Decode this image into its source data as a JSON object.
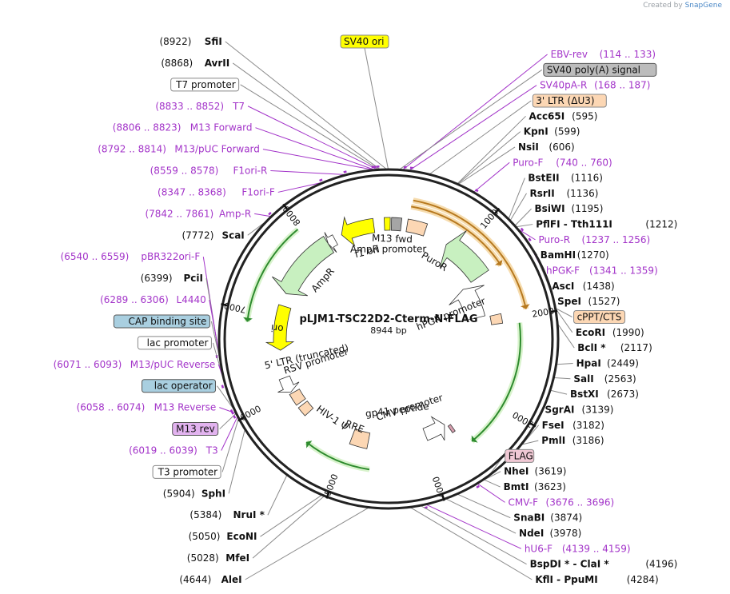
{
  "credit": {
    "prefix": "Created by",
    "brand": "SnapGene"
  },
  "plasmid": {
    "name": "pLJM1-TSC22D2-Cterm-N-FLAG",
    "length": "8944 bp",
    "length_bp": 8944
  },
  "ticks": [
    {
      "label": "1000",
      "pos": 1000
    },
    {
      "label": "2000",
      "pos": 2000
    },
    {
      "label": "3000",
      "pos": 3000
    },
    {
      "label": "4000",
      "pos": 4000
    },
    {
      "label": "5000",
      "pos": 5000
    },
    {
      "label": "6000",
      "pos": 6000
    },
    {
      "label": "7000",
      "pos": 7000
    },
    {
      "label": "8000",
      "pos": 8000
    }
  ],
  "features": [
    {
      "name": "SV40 ori",
      "start": 8892,
      "end": 20,
      "color": "#ffff00",
      "dir": 0
    },
    {
      "name": "SV40 poly(A) signal",
      "start": 35,
      "end": 156,
      "color": "#a5a5a5",
      "dir": 0
    },
    {
      "name": "3' LTR (ΔU3)",
      "start": 230,
      "end": 464,
      "color": "#fcd7b4",
      "dir": 0
    },
    {
      "name": "PuroR",
      "start": 780,
      "end": 1379,
      "color": "#c8f0c0",
      "dir": -1
    },
    {
      "name": "hPGK promoter",
      "start": 1400,
      "end": 1900,
      "color": "#ffffff",
      "dir": -1
    },
    {
      "name": "cPPT/CTS",
      "start": 1920,
      "end": 2040,
      "color": "#fcd7b4",
      "dir": 0
    },
    {
      "name": "gp41 peptide",
      "start": 3580,
      "end": 3620,
      "color": "#d8a0b0",
      "dir": 0
    },
    {
      "name": "CMV promoter",
      "start": 3650,
      "end": 3950,
      "color": "#ffffff",
      "dir": -1
    },
    {
      "name": "RRE",
      "start": 4750,
      "end": 4980,
      "color": "#fcd7b4",
      "dir": 0
    },
    {
      "name": "HIV-1 Ψ",
      "start": 5650,
      "end": 5780,
      "color": "#fcd7b4",
      "dir": 0
    },
    {
      "name": "5' LTR (truncated)",
      "start": 5820,
      "end": 5980,
      "color": "#fcd7b4",
      "dir": 0
    },
    {
      "name": "RSV promoter",
      "start": 6000,
      "end": 6200,
      "color": "#ffffff",
      "dir": -1
    },
    {
      "name": "ori",
      "start": 6560,
      "end": 7140,
      "color": "#ffff00",
      "dir": -1
    },
    {
      "name": "AmpR",
      "start": 7300,
      "end": 8140,
      "color": "#c8f0c0",
      "dir": -1
    },
    {
      "name": "AmpR promoter",
      "start": 8140,
      "end": 8240,
      "color": "#ffffff",
      "dir": -1
    },
    {
      "name": "f1 ori",
      "start": 8340,
      "end": 8760,
      "color": "#ffff00",
      "dir": -1
    }
  ],
  "orfs": [
    {
      "start": 240,
      "end": 1410
    },
    {
      "start": 250,
      "end": 1930
    },
    {
      "start": 2060,
      "end": 3500
    },
    {
      "start": 4680,
      "end": 5430
    },
    {
      "start": 6880,
      "end": 7960
    }
  ],
  "left_labels": [
    {
      "pos": "(8922)",
      "enz": "SfiI",
      "loc": 8922
    },
    {
      "pos": "(8868)",
      "enz": "AvrII",
      "loc": 8868
    },
    {
      "box": "T7 promoter",
      "style": "outline",
      "loc": 8856
    },
    {
      "primer": "T7",
      "range": "(8833 .. 8852)",
      "loc": 8843
    },
    {
      "primer": "M13 Forward",
      "range": "(8806 .. 8823)",
      "loc": 8815
    },
    {
      "primer": "M13/pUC Forward",
      "range": "(8792 .. 8814)",
      "loc": 8803
    },
    {
      "primer": "F1ori-R",
      "range": "(8559 .. 8578)",
      "loc": 8569
    },
    {
      "primer": "F1ori-F",
      "range": "(8347 .. 8368)",
      "loc": 8358
    },
    {
      "primer": "Amp-R",
      "range": "(7842 .. 7861)",
      "loc": 7852
    },
    {
      "pos": "(7772)",
      "enz": "ScaI",
      "loc": 7772
    },
    {
      "primer": "pBR322ori-F",
      "range": "(6540 .. 6559)",
      "loc": 6550
    },
    {
      "pos": "(6399)",
      "enz": "PciI",
      "loc": 6399
    },
    {
      "primer": "L4440",
      "range": "(6289 .. 6306)",
      "loc": 6298
    },
    {
      "box": "CAP binding site",
      "style": "teal",
      "loc": 6240
    },
    {
      "box": "lac promoter",
      "style": "outline",
      "loc": 6200
    },
    {
      "primer": "M13/pUC Reverse",
      "range": "(6071 .. 6093)",
      "loc": 6082
    },
    {
      "box": "lac operator",
      "style": "teal",
      "loc": 6110
    },
    {
      "primer": "M13 Reverse",
      "range": "(6058 .. 6074)",
      "loc": 6066
    },
    {
      "box": "M13 rev",
      "style": "violet",
      "loc": 6060
    },
    {
      "primer": "T3",
      "range": "(6019 .. 6039)",
      "loc": 6029
    },
    {
      "box": "T3 promoter",
      "style": "outline",
      "loc": 6010
    },
    {
      "pos": "(5904)",
      "enz": "SphI",
      "loc": 5904
    },
    {
      "pos": "(5384)",
      "enz": "NruI *",
      "loc": 5384
    },
    {
      "pos": "(5050)",
      "enz": "EcoNI",
      "loc": 5050
    },
    {
      "pos": "(5028)",
      "enz": "MfeI",
      "loc": 5028
    },
    {
      "pos": "(4644)",
      "enz": "AleI",
      "loc": 4644
    }
  ],
  "right_labels": [
    {
      "primer": "EBV-rev",
      "range": "(114 .. 133)",
      "loc": 124
    },
    {
      "box": "SV40 poly(A) signal",
      "style": "gray",
      "loc": 95
    },
    {
      "primer": "SV40pA-R",
      "range": "(168 .. 187)",
      "loc": 178
    },
    {
      "box": "3' LTR (ΔU3)",
      "style": "peach",
      "loc": 350
    },
    {
      "enz": "Acc65I",
      "pos": "(595)",
      "loc": 595
    },
    {
      "enz": "KpnI",
      "pos": "(599)",
      "loc": 599
    },
    {
      "enz": "NsiI",
      "pos": "(606)",
      "loc": 606
    },
    {
      "primer": "Puro-F",
      "range": "(740 .. 760)",
      "loc": 750
    },
    {
      "enz": "BstEII",
      "pos": "(1116)",
      "loc": 1116
    },
    {
      "enz": "RsrII",
      "pos": "(1136)",
      "loc": 1136
    },
    {
      "enz": "BsiWI",
      "pos": "(1195)",
      "loc": 1195
    },
    {
      "enz": "PflFI  -  Tth111I",
      "pos": "(1212)",
      "loc": 1212
    },
    {
      "primer": "Puro-R",
      "range": "(1237 .. 1256)",
      "loc": 1246
    },
    {
      "enz": "BamHI",
      "pos": "(1270)",
      "loc": 1270
    },
    {
      "primer": "hPGK-F",
      "range": "(1341 .. 1359)",
      "loc": 1350
    },
    {
      "enz": "AscI",
      "pos": "(1438)",
      "loc": 1438
    },
    {
      "enz": "SpeI",
      "pos": "(1527)",
      "loc": 1527
    },
    {
      "box": "cPPT/CTS",
      "style": "peach",
      "loc": 1980
    },
    {
      "enz": "EcoRI",
      "pos": "(1990)",
      "loc": 1990
    },
    {
      "enz": "BclI *",
      "pos": "(2117)",
      "loc": 2117
    },
    {
      "enz": "HpaI",
      "pos": "(2449)",
      "loc": 2449
    },
    {
      "enz": "SalI",
      "pos": "(2563)",
      "loc": 2563
    },
    {
      "enz": "BstXI",
      "pos": "(2673)",
      "loc": 2673
    },
    {
      "enz": "SgrAI",
      "pos": "(3139)",
      "loc": 3139
    },
    {
      "enz": "FseI",
      "pos": "(3182)",
      "loc": 3182
    },
    {
      "enz": "PmlI",
      "pos": "(3186)",
      "loc": 3186
    },
    {
      "box": "FLAG",
      "style": "pink",
      "loc": 3590
    },
    {
      "enz": "NheI",
      "pos": "(3619)",
      "loc": 3619
    },
    {
      "enz": "BmtI",
      "pos": "(3623)",
      "loc": 3623
    },
    {
      "primer": "CMV-F",
      "range": "(3676 .. 3696)",
      "loc": 3686
    },
    {
      "enz": "SnaBI",
      "pos": "(3874)",
      "loc": 3874
    },
    {
      "enz": "NdeI",
      "pos": "(3978)",
      "loc": 3978
    },
    {
      "primer": "hU6-F",
      "range": "(4139 .. 4159)",
      "loc": 4149
    },
    {
      "enz": "BspDI *  -  ClaI *",
      "pos": "(4196)",
      "loc": 4196
    },
    {
      "enz": "KflI  -  PpuMI",
      "pos": "(4284)",
      "loc": 4284
    }
  ],
  "colors": {
    "backbone": "#222222",
    "primer": "#a334c9",
    "orf": "#2e8b2e",
    "orf_fill": "#d8f3cc",
    "orf_brown": "#b7791f",
    "orf_brown_fill": "#f6dcae",
    "tealbox": "#a9cfe0",
    "violetbox": "#e2b3ef",
    "graybox": "#bcbcbc",
    "peachbox": "#fcd7b4",
    "pinkbox": "#f0c8d4",
    "yellowbox": "#ffff00"
  }
}
